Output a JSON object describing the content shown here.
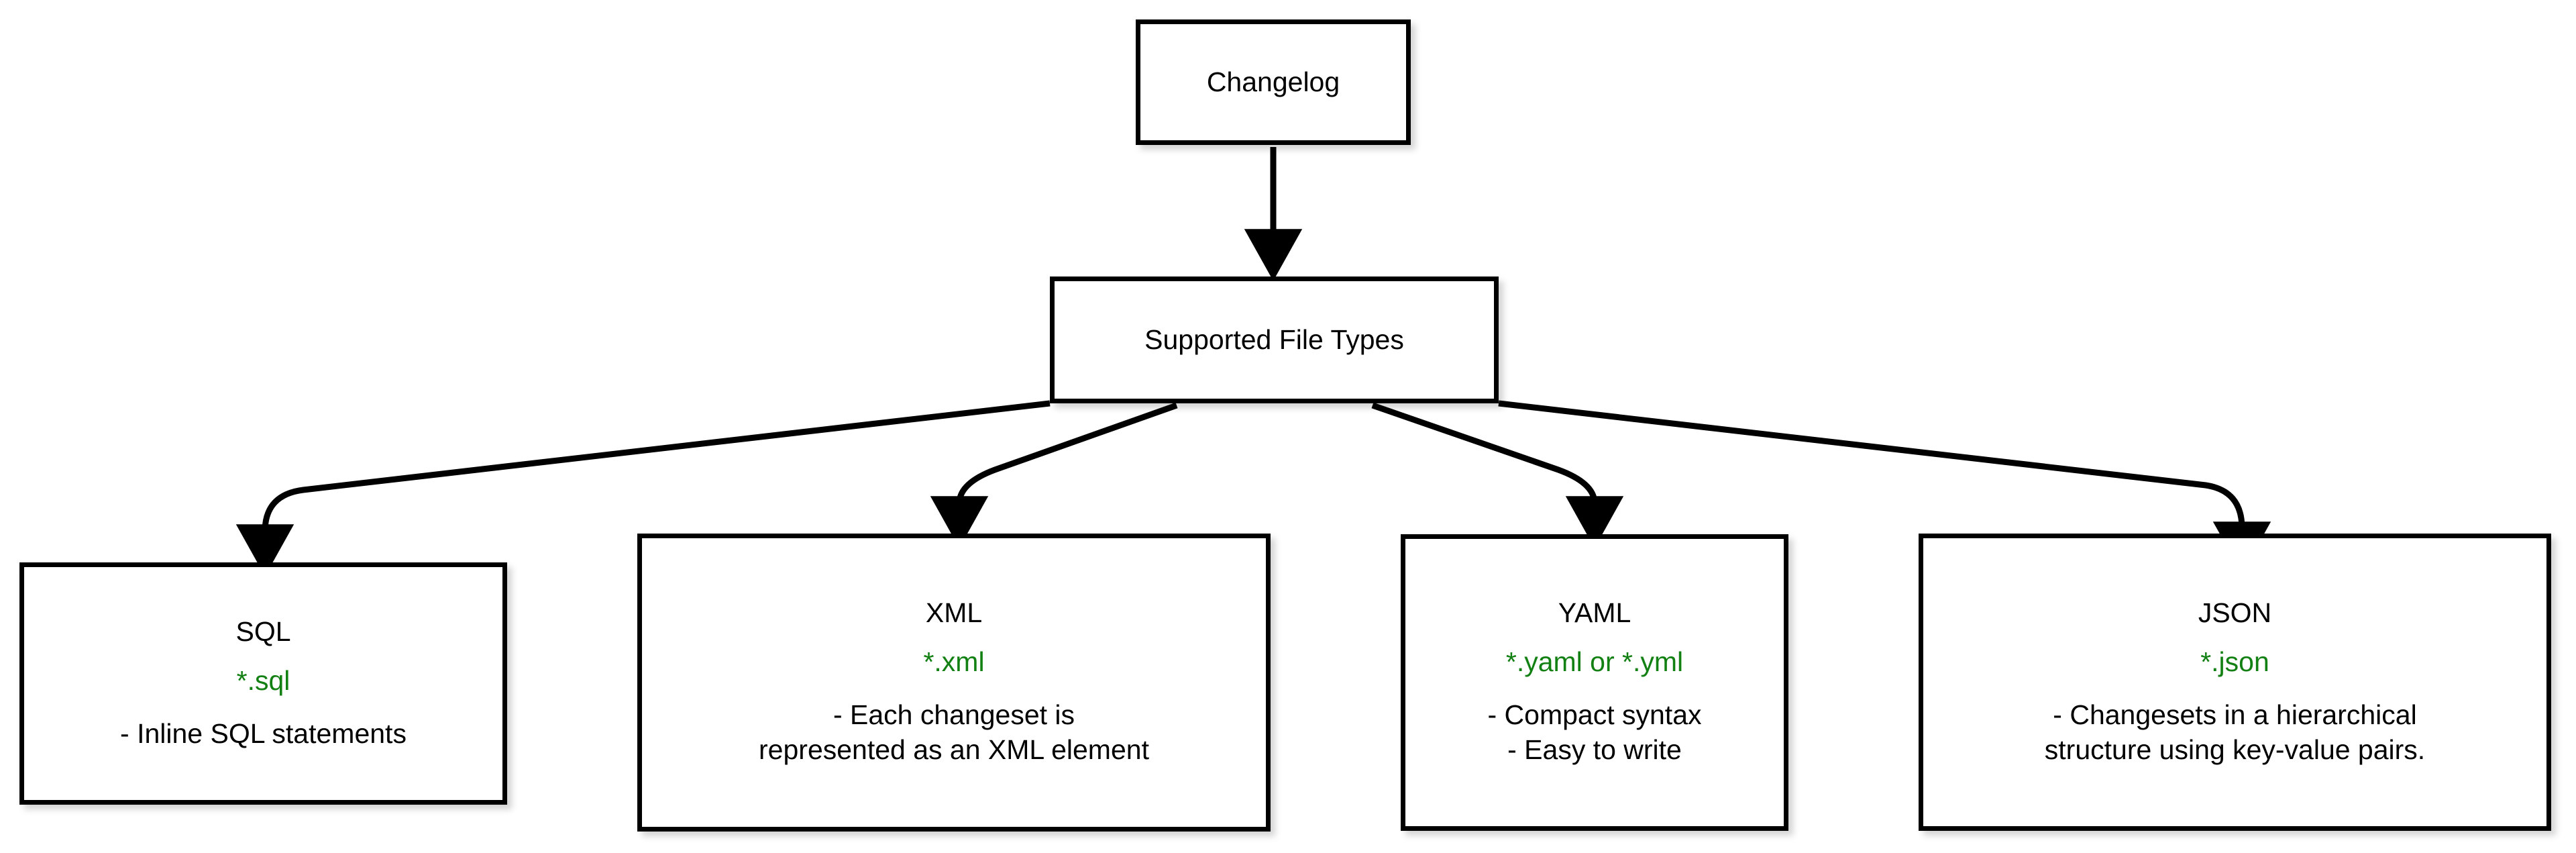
{
  "diagram": {
    "title": "Changelog Supported File Types",
    "background_color": "#ffffff",
    "node_fill": "#ffffff",
    "node_border_color": "#000000",
    "text_color": "#000000",
    "extension_color": "#128012",
    "edge_color": "#000000",
    "root": {
      "label": "Changelog"
    },
    "category": {
      "label": "Supported File Types"
    },
    "file_types": [
      {
        "id": "sql",
        "title": "SQL",
        "extensions": "*.sql",
        "description_lines": [
          "- Inline SQL statements"
        ]
      },
      {
        "id": "xml",
        "title": "XML",
        "extensions": "*.xml",
        "description_lines": [
          "- Each changeset is",
          "represented as an XML element"
        ]
      },
      {
        "id": "yaml",
        "title": "YAML",
        "extensions": "*.yaml or *.yml",
        "description_lines": [
          "- Compact syntax",
          "- Easy to write"
        ]
      },
      {
        "id": "json",
        "title": "JSON",
        "extensions": "*.json",
        "description_lines": [
          "- Changesets in a hierarchical",
          "structure using key-value pairs."
        ]
      }
    ],
    "edges": [
      {
        "from": "Changelog",
        "to": "Supported File Types"
      },
      {
        "from": "Supported File Types",
        "to": "SQL"
      },
      {
        "from": "Supported File Types",
        "to": "XML"
      },
      {
        "from": "Supported File Types",
        "to": "YAML"
      },
      {
        "from": "Supported File Types",
        "to": "JSON"
      }
    ]
  }
}
